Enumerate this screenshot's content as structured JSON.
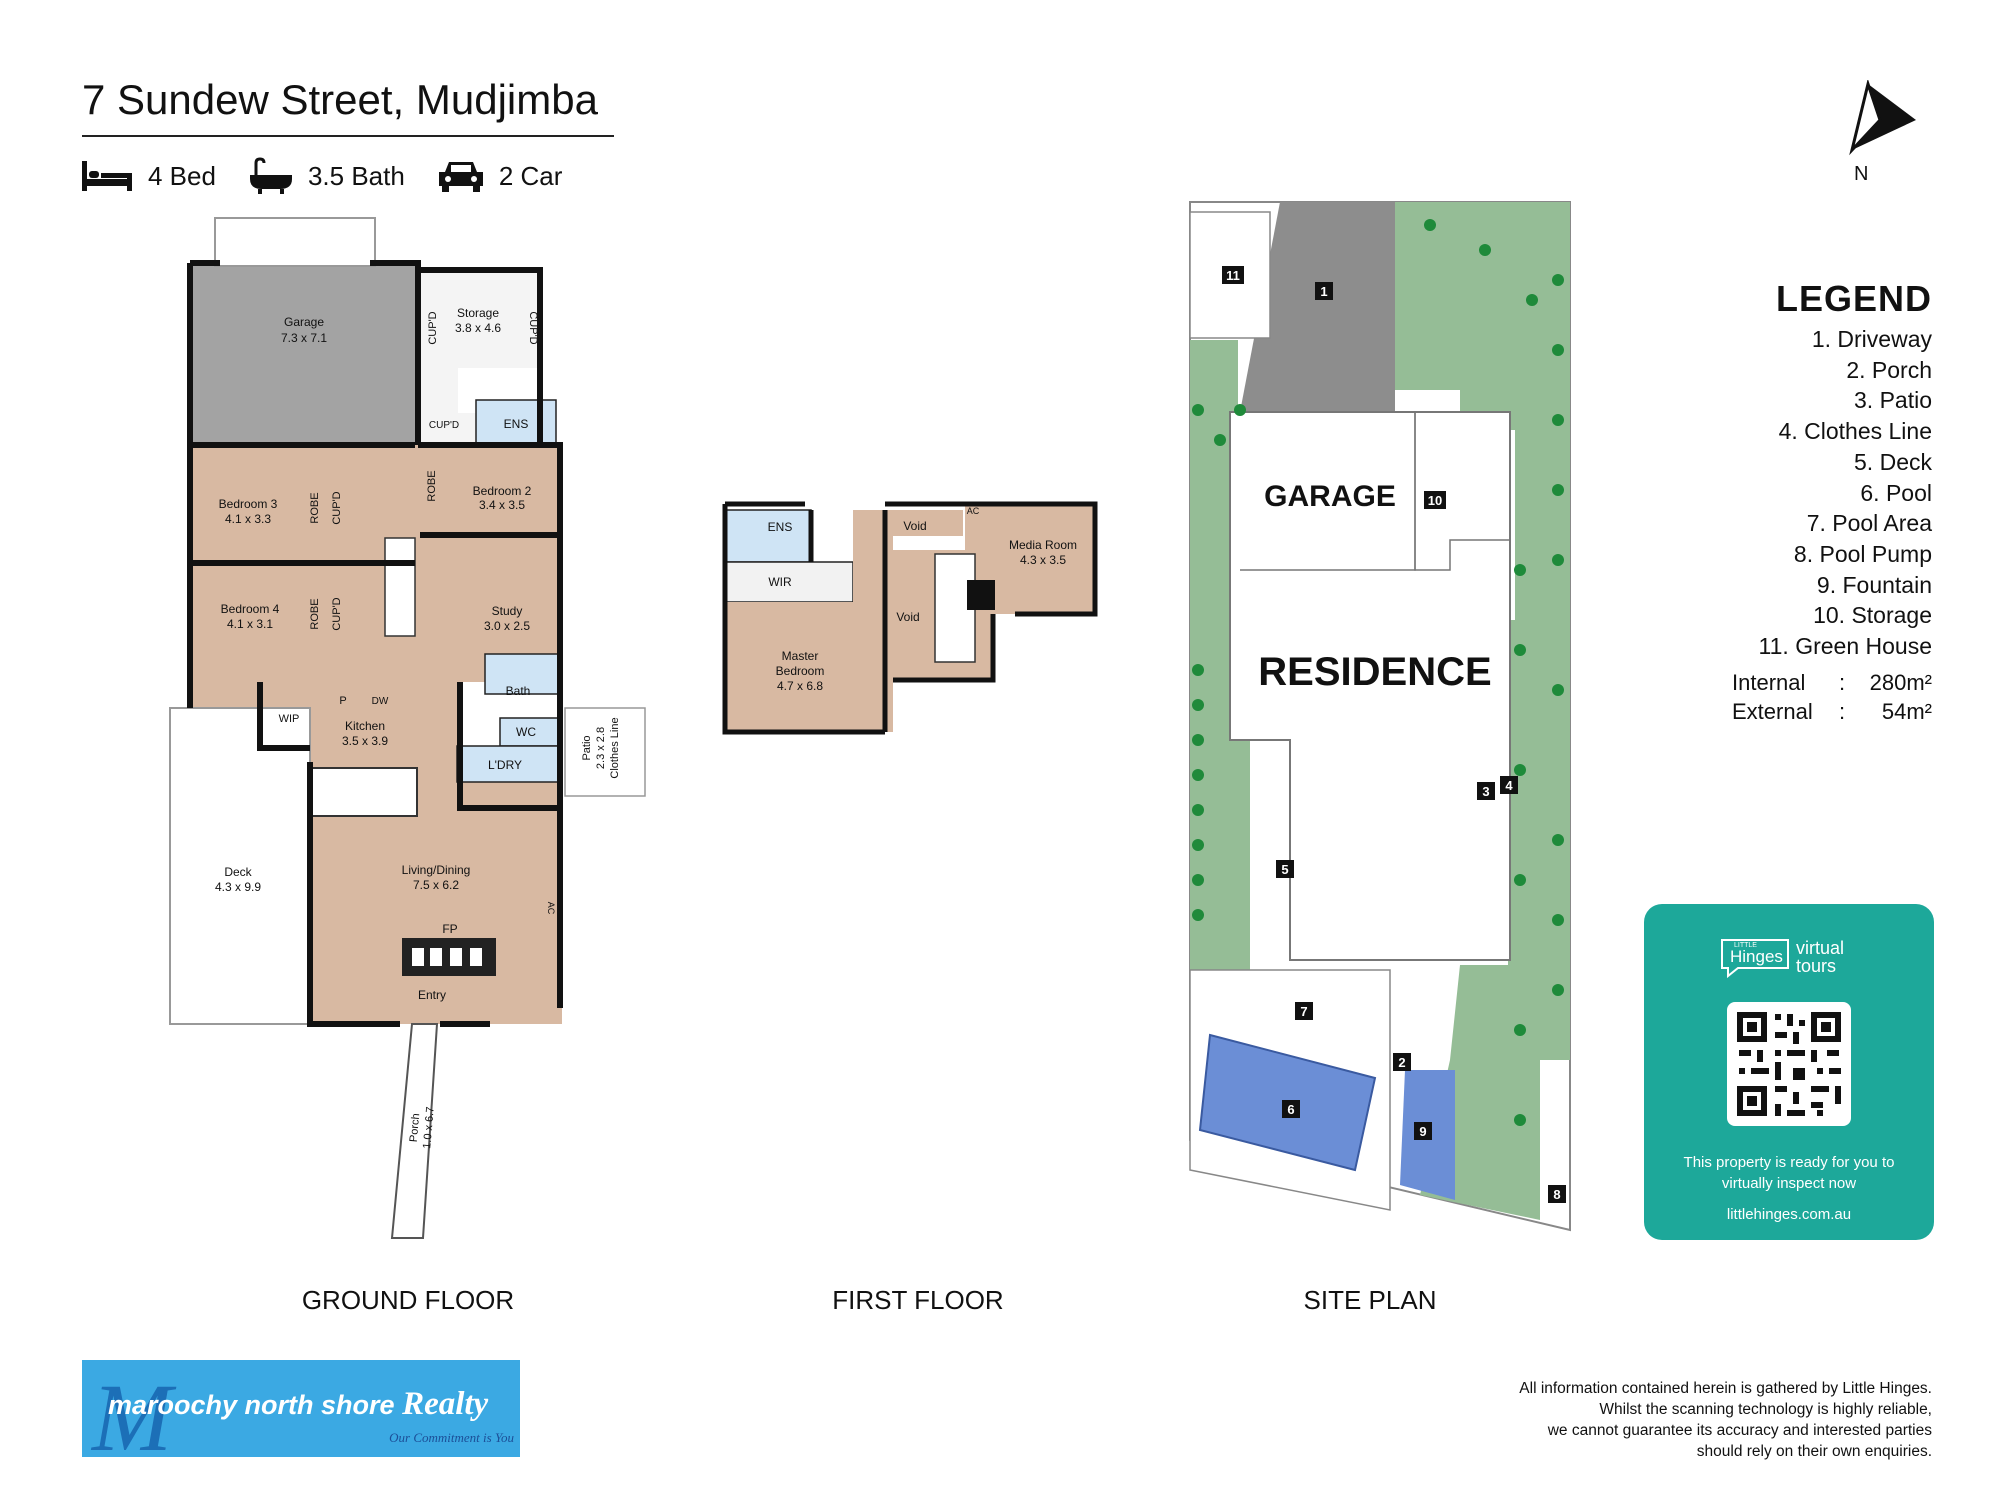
{
  "header": {
    "title": "7 Sundew Street, Mudjimba",
    "bed": "4 Bed",
    "bath": "3.5 Bath",
    "car": "2 Car"
  },
  "compass": {
    "label": "N"
  },
  "ground_floor": {
    "label": "GROUND FLOOR",
    "rooms": {
      "garage": "Garage",
      "garage_dim": "7.3 x 7.1",
      "storage": "Storage",
      "storage_dim": "3.8 x 4.6",
      "cupd": "CUP'D",
      "ens": "ENS",
      "robe": "ROBE",
      "bed3": "Bedroom 3",
      "bed3_dim": "4.1 x 3.3",
      "bed2": "Bedroom 2",
      "bed2_dim": "3.4 x 3.5",
      "bed4": "Bedroom 4",
      "bed4_dim": "4.1 x 3.1",
      "study": "Study",
      "study_dim": "3.0 x 2.5",
      "bath": "Bath",
      "wc": "WC",
      "ldry": "L'DRY",
      "wip": "WIP",
      "p": "P",
      "dw": "DW",
      "kitchen": "Kitchen",
      "kitchen_dim": "3.5 x 3.9",
      "patio": "Patio",
      "patio_dim": "2.3 x 2.8",
      "clothes_line": "Clothes Line",
      "deck": "Deck",
      "deck_dim": "4.3 x 9.9",
      "living": "Living/Dining",
      "living_dim": "7.5 x 6.2",
      "ac": "AC",
      "fp": "FP",
      "entry": "Entry",
      "porch": "Porch",
      "porch_dim": "1.0 x 6.7"
    }
  },
  "first_floor": {
    "label": "FIRST FLOOR",
    "rooms": {
      "ens": "ENS",
      "wir": "WIR",
      "void": "Void",
      "ac": "AC",
      "media": "Media Room",
      "media_dim": "4.3 x 3.5",
      "master": "Master",
      "master2": "Bedroom",
      "master_dim": "4.7 x 6.8"
    }
  },
  "site_plan": {
    "label": "SITE PLAN",
    "garage": "GARAGE",
    "residence": "RESIDENCE",
    "markers": [
      "1",
      "2",
      "3",
      "4",
      "5",
      "6",
      "7",
      "8",
      "9",
      "10",
      "11"
    ]
  },
  "legend": {
    "title": "LEGEND",
    "items": [
      "1. Driveway",
      "2. Porch",
      "3. Patio",
      "4. Clothes Line",
      "5. Deck",
      "6. Pool",
      "7. Pool Area",
      "8. Pool Pump",
      "9. Fountain",
      "10. Storage",
      "11. Green House"
    ],
    "internal_label": "Internal",
    "internal_value": "280m²",
    "external_label": "External",
    "external_value": "54m²"
  },
  "card": {
    "brand_small": "LITTLE",
    "brand": "Hinges",
    "brand_tag1": "virtual",
    "brand_tag2": "tours",
    "message_1": "This property is ready for you to",
    "message_2": "virtually inspect now",
    "url": "littlehinges.com.au"
  },
  "agency": {
    "name_1": "maroochy north shore",
    "name_2": "Realty",
    "slogan": "Our Commitment is You"
  },
  "disclaimer": [
    "All information contained herein is gathered by Little Hinges.",
    "Whilst the scanning technology is highly reliable,",
    "we cannot guarantee its accuracy and interested parties",
    "should rely on their own enquiries."
  ],
  "colors": {
    "wood": "#d8b9a2",
    "garage_grey": "#a3a3a3",
    "wet_blue": "#cfe4f5",
    "lawn": "#95bd96",
    "lawn_dark": "#7fb07f",
    "driveway": "#8d8d8d",
    "pool": "#6b8ed6",
    "card_teal": "#1da89a",
    "agency_blue": "#3ba9e3"
  }
}
